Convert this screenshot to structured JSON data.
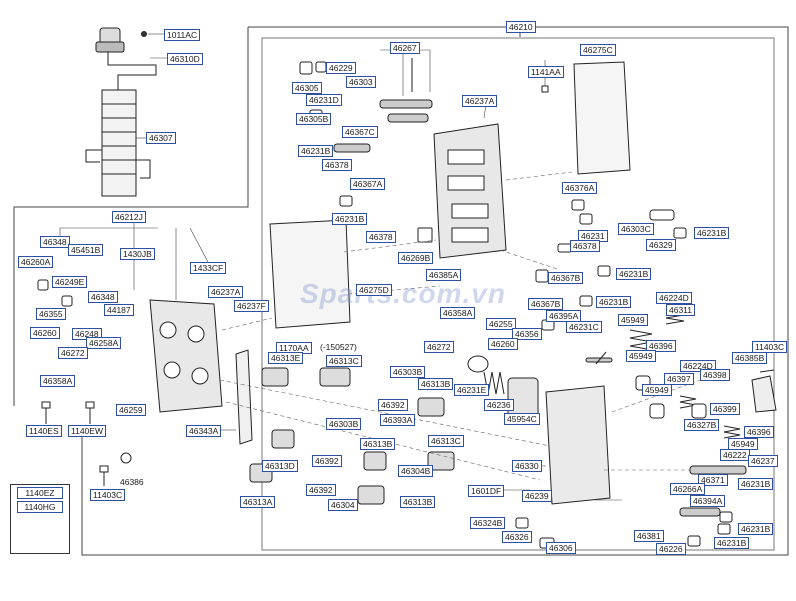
{
  "watermark": "Sparts.com.vn",
  "legend": {
    "l1": "1140EZ",
    "l2": "1140HG"
  },
  "labels": {
    "p1011AC": "1011AC",
    "p46310D": "46310D",
    "p46307": "46307",
    "p46210": "46210",
    "p46267": "46267",
    "p46275C": "46275C",
    "p46229": "46229",
    "p46303": "46303",
    "p46305": "46305",
    "p46231D": "46231D",
    "p1141AA": "1141AA",
    "p46305B": "46305B",
    "p46237A_a": "46237A",
    "p46367C": "46367C",
    "p46231B_a": "46231B",
    "p46378_a": "46378",
    "p46367A": "46367A",
    "p46376A": "46376A",
    "p46212J": "46212J",
    "p46231B_b": "46231B",
    "p46231_a": "46231",
    "p46303C": "46303C",
    "p46231B_c": "46231B",
    "p46378_b": "46378",
    "p46269B": "46269B",
    "p46348_a": "46348",
    "p45451B": "45451B",
    "p1430JB": "1430JB",
    "p46378_c": "46378",
    "p46329": "46329",
    "p46260A": "46260A",
    "p1433CF": "1433CF",
    "p46385A": "46385A",
    "p46367B": "46367B",
    "p46231B_d": "46231B",
    "p46249E": "46249E",
    "p46275D": "46275D",
    "p46224D_a": "46224D",
    "p46237A_b": "46237A",
    "p46348_b": "46348",
    "p46367B_b": "46367B",
    "p46231B_e": "46231B",
    "p46311": "46311",
    "p46355": "46355",
    "p44187": "44187",
    "p46237F": "46237F",
    "p46358A_a": "46358A",
    "p46395A": "46395A",
    "p45949_a": "45949",
    "p46255": "46255",
    "p46231C": "46231C",
    "p46260": "46260",
    "p46248": "46248",
    "p46356": "46356",
    "p46258A": "46258A",
    "p46272_a": "46272",
    "p46260_b": "46260",
    "p1170AA": "1170AA",
    "p150527": "(-150527)",
    "p46396_a": "46396",
    "p11403C_a": "11403C",
    "p46272_b": "46272",
    "p46313E": "46313E",
    "p46313C_a": "46313C",
    "p45949_b": "45949",
    "p46385B": "46385B",
    "p46358A_b": "46358A",
    "p46224D_b": "46224D",
    "p46303B": "46303B",
    "p46231E": "46231E",
    "p46397": "46397",
    "p46398": "46398",
    "p46313B_a": "46313B",
    "p45949_c": "45949",
    "p46236": "46236",
    "p46392_a": "46392",
    "p46259": "46259",
    "p46399": "46399",
    "p1140ES": "1140ES",
    "p1140EW": "1140EW",
    "p46343A": "46343A",
    "p46393A": "46393A",
    "p45954C": "45954C",
    "p46303B_b": "46303B",
    "p46327B": "46327B",
    "p46396_b": "46396",
    "p46313C_b": "46313C",
    "p46313B_b": "46313B",
    "p45949_d": "45949",
    "p46222": "46222",
    "p46392_b": "46392",
    "p46330": "46330",
    "p46313D": "46313D",
    "p46304B": "46304B",
    "p46237": "46237",
    "p46386": "46386",
    "p46371": "46371",
    "p11403C_b": "11403C",
    "p46392_c": "46392",
    "p1601DF": "1601DF",
    "p46266A": "46266A",
    "p46231B_f": "46231B",
    "p46239": "46239",
    "p46313A": "46313A",
    "p46304": "46304",
    "p46313B_c": "46313B",
    "p46394A": "46394A",
    "p46324B": "46324B",
    "p46231B_g": "46231B",
    "p46326": "46326",
    "p46381": "46381",
    "p46306": "46306",
    "p46226": "46226",
    "p46231B_h": "46231B"
  }
}
